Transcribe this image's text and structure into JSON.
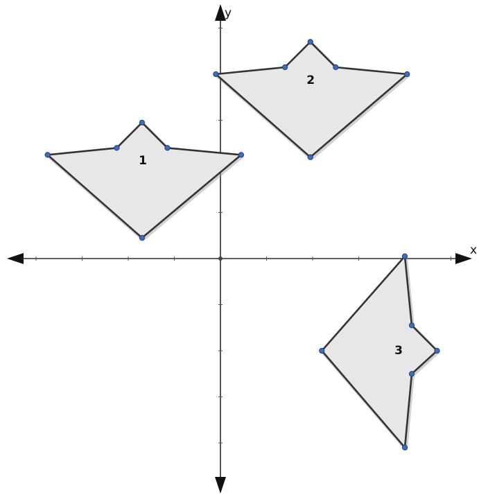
{
  "axes": {
    "x_label": "x",
    "y_label": "y"
  },
  "colors": {
    "axis": "#2b2b2b",
    "shape_fill": "#e7e7e7",
    "shape_stroke": "#333333",
    "vertex": "#3a6fbf"
  },
  "shapes": [
    {
      "label": "1",
      "vertices": [
        [
          -3.75,
          2.25
        ],
        [
          -2.25,
          2.4
        ],
        [
          -1.7,
          2.95
        ],
        [
          -1.15,
          2.4
        ],
        [
          0.45,
          2.25
        ],
        [
          -1.7,
          0.45
        ]
      ]
    },
    {
      "label": "2",
      "vertices": [
        [
          -0.1,
          4.0
        ],
        [
          1.4,
          4.15
        ],
        [
          1.95,
          4.7
        ],
        [
          2.5,
          4.15
        ],
        [
          4.05,
          4.0
        ],
        [
          1.95,
          2.2
        ]
      ]
    },
    {
      "label": "3",
      "vertices": [
        [
          4.0,
          0.05
        ],
        [
          4.15,
          -1.45
        ],
        [
          4.7,
          -2.0
        ],
        [
          4.15,
          -2.5
        ],
        [
          4.0,
          -4.1
        ],
        [
          2.2,
          -2.0
        ]
      ]
    }
  ]
}
